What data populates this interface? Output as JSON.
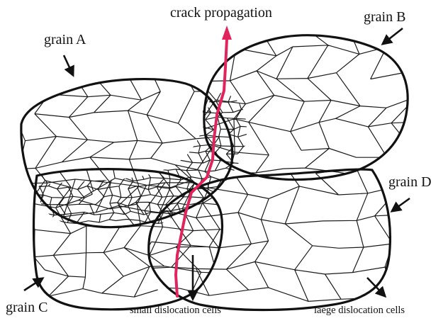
{
  "labels": {
    "crack": "crack propagation",
    "grain_a": "grain A",
    "grain_b": "grain B",
    "grain_c": "grain C",
    "grain_d": "grain D",
    "small_cells": "small dislocation cells",
    "large_cells": "laege dislocation cells"
  },
  "colors": {
    "outline": "#111111",
    "cells": "#1a1a1a",
    "crack": "#e0245e"
  }
}
